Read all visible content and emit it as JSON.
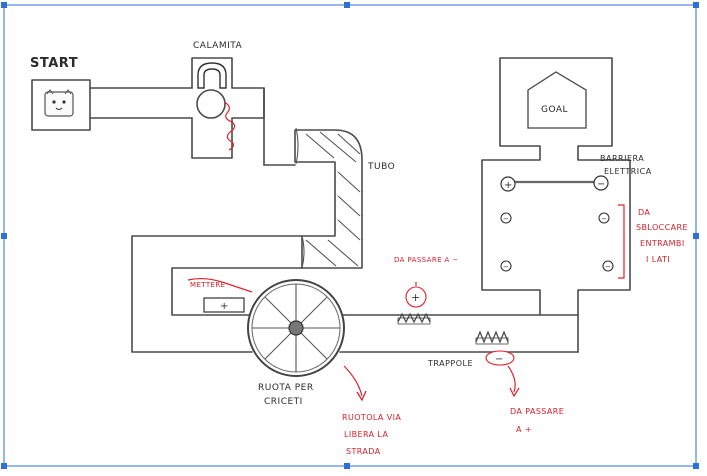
{
  "labels": {
    "start": "START",
    "calamita": "CALAMITA",
    "tubo": "TUBO",
    "goal": "GOAL",
    "barriera_1": "BARRIERA",
    "barriera_2": "ELETTRICA",
    "da_sbloccare_1": "DA",
    "da_sbloccare_2": "SBLOCCARE",
    "da_sbloccare_3": "ENTRAMBI",
    "da_sbloccare_4": "I LATI",
    "da_passare_a_minus": "DA PASSARE A −",
    "mettere": "METTERE",
    "plus": "+",
    "minus": "−",
    "ruota_1": "RUOTA PER",
    "ruota_2": "CRICETI",
    "ruotola_1": "RUOTOLA  VIA",
    "ruotola_2": "LIBERA  LA",
    "ruotola_3": "STRADA",
    "trappole": "TRAPPOLE",
    "da_passare_1": "DA PASSARE",
    "da_passare_2": "A +"
  },
  "colors": {
    "ink": "#4a4a4a",
    "annotation_red": "#e0222c",
    "selection_blue": "#2f6fd6",
    "background": "#ffffff"
  },
  "icons": [
    "hamster-icon",
    "magnet-icon",
    "house-icon",
    "hamster-wheel-icon",
    "spike-trap-icon"
  ]
}
